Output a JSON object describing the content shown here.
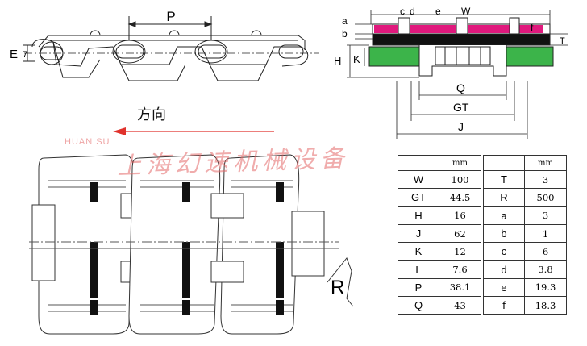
{
  "labels": {
    "top_left": {
      "P": "P",
      "E": "E",
      "seven": "7"
    },
    "top_right": {
      "a": "a",
      "b": "b",
      "c": "c",
      "d": "d",
      "e": "e",
      "W": "W",
      "f": "f",
      "T": "T",
      "H": "H",
      "K": "K",
      "Q": "Q",
      "GT": "GT",
      "J": "J"
    },
    "direction": "方向",
    "radius": "R"
  },
  "watermark": {
    "brand": "HUAN SU",
    "company": "上海幻速机械设备"
  },
  "spec_table": {
    "unit_left": "mm",
    "unit_right": "mm",
    "rows": [
      {
        "sym1": "W",
        "val1": "100",
        "sym2": "T",
        "val2": "3"
      },
      {
        "sym1": "GT",
        "val1": "44.5",
        "sym2": "R",
        "val2": "500"
      },
      {
        "sym1": "H",
        "val1": "16",
        "sym2": "a",
        "val2": "3"
      },
      {
        "sym1": "J",
        "val1": "62",
        "sym2": "b",
        "val2": "1"
      },
      {
        "sym1": "K",
        "val1": "12",
        "sym2": "c",
        "val2": "6"
      },
      {
        "sym1": "L",
        "val1": "7.6",
        "sym2": "d",
        "val2": "3.8"
      },
      {
        "sym1": "P",
        "val1": "38.1",
        "sym2": "e",
        "val2": "19.3"
      },
      {
        "sym1": "Q",
        "val1": "43",
        "sym2": "f",
        "val2": "18.3"
      }
    ]
  },
  "colors": {
    "pink": "#e0197d",
    "green": "#3cb44a",
    "red_arrow": "#e0322c",
    "watermark": "#e46a6a"
  }
}
